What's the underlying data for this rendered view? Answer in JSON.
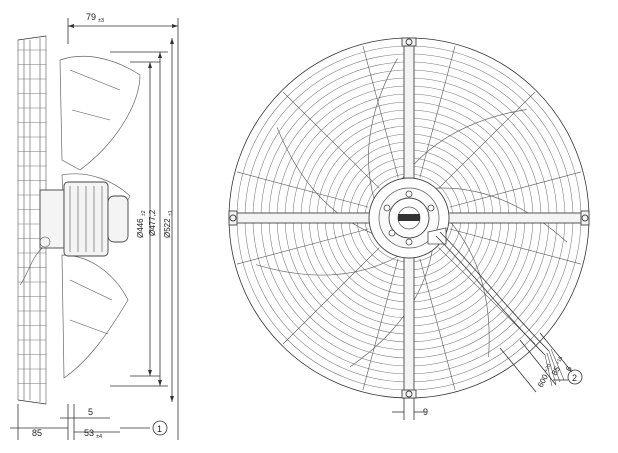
{
  "side_view": {
    "dim_top": "79",
    "dim_top_tol": "±3",
    "dim_d1": "Ø446",
    "dim_d1_tol": "±2",
    "dim_d2": "Ø477,2",
    "dim_d3": "Ø522",
    "dim_d3_tol": "±1",
    "dim_5": "5",
    "dim_85": "85",
    "dim_53": "53",
    "dim_53_tol": "±4",
    "note_ref": "1"
  },
  "front_view": {
    "dim_9": "9",
    "dim_6": "6",
    "dim_85": "85",
    "dim_85_tol": "+15",
    "dim_600": "600",
    "dim_600_tol": "+20",
    "note_ref": "2"
  }
}
